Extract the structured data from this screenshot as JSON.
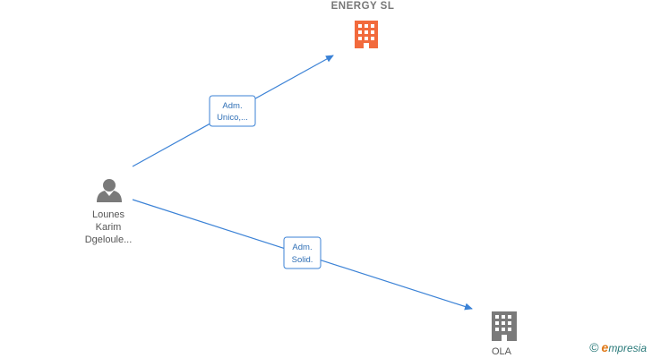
{
  "nodes": {
    "person": {
      "label_lines": [
        "Lounes",
        "Karim",
        "Dgeloule..."
      ]
    },
    "company_main": {
      "label": "ENERGY  SL",
      "color": "#f26a3c"
    },
    "company_ola": {
      "label": "OLA",
      "color": "#7a7a7a"
    }
  },
  "edges": [
    {
      "label_lines": [
        "Adm.",
        "Unico,..."
      ]
    },
    {
      "label_lines": [
        "Adm.",
        "Solid."
      ]
    }
  ],
  "colors": {
    "edge": "#3b82d6",
    "label_border": "#3b82d6",
    "person": "#7a7a7a"
  },
  "watermark": {
    "symbol": "©",
    "brand_initial": "e",
    "brand_rest": "mpresia"
  }
}
